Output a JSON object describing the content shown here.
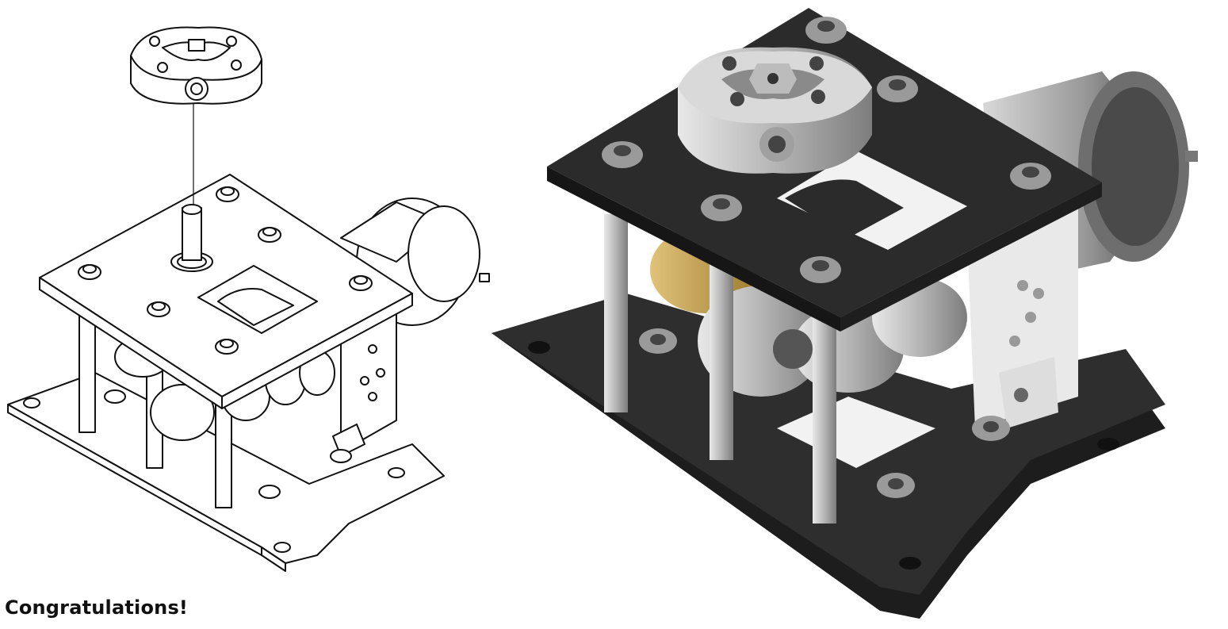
{
  "caption": "Congratulations!",
  "colors": {
    "line": "#111111",
    "plate": "#2b2b2b",
    "plate_edge": "#1a1a1a",
    "aluminum": "#c8c8c8",
    "aluminum_dark": "#8f8f8f",
    "brass": "#c9a24a",
    "motor": "#b9b9b9"
  },
  "views": [
    {
      "name": "line-art-exploded-view",
      "style": "black outline drawing"
    },
    {
      "name": "shaded-assembly-render",
      "style": "photorealistic render"
    }
  ]
}
